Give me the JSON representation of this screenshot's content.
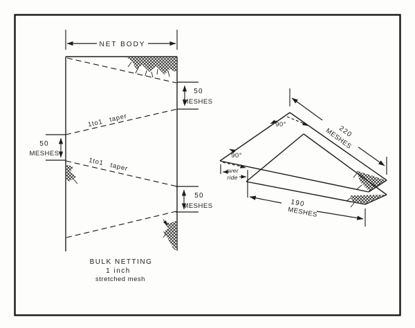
{
  "colors": {
    "ink": "#1c1c1c",
    "paper": "#fdfdfb"
  },
  "left_figure": {
    "net_body": "NET BODY",
    "brackets": {
      "right_top": {
        "value": "50",
        "unit": "MESHES"
      },
      "left": {
        "value": "50",
        "unit": "MESHES"
      },
      "right_bottom": {
        "value": "50",
        "unit": "MESHES"
      }
    },
    "taper_label_upper": "1to1 taper",
    "taper_label_lower": "1to1 taper",
    "caption": {
      "line1": "BULK NETTING",
      "line2": "1 inch",
      "line3": "stretched mesh"
    }
  },
  "right_figure": {
    "dim_long": {
      "value": "220",
      "unit": "MESHES"
    },
    "dim_base": {
      "value": "190",
      "unit": "MESHES"
    },
    "angle_top": "90°",
    "angle_left": "90°",
    "override": {
      "line1": "over",
      "line2": "ride"
    }
  }
}
